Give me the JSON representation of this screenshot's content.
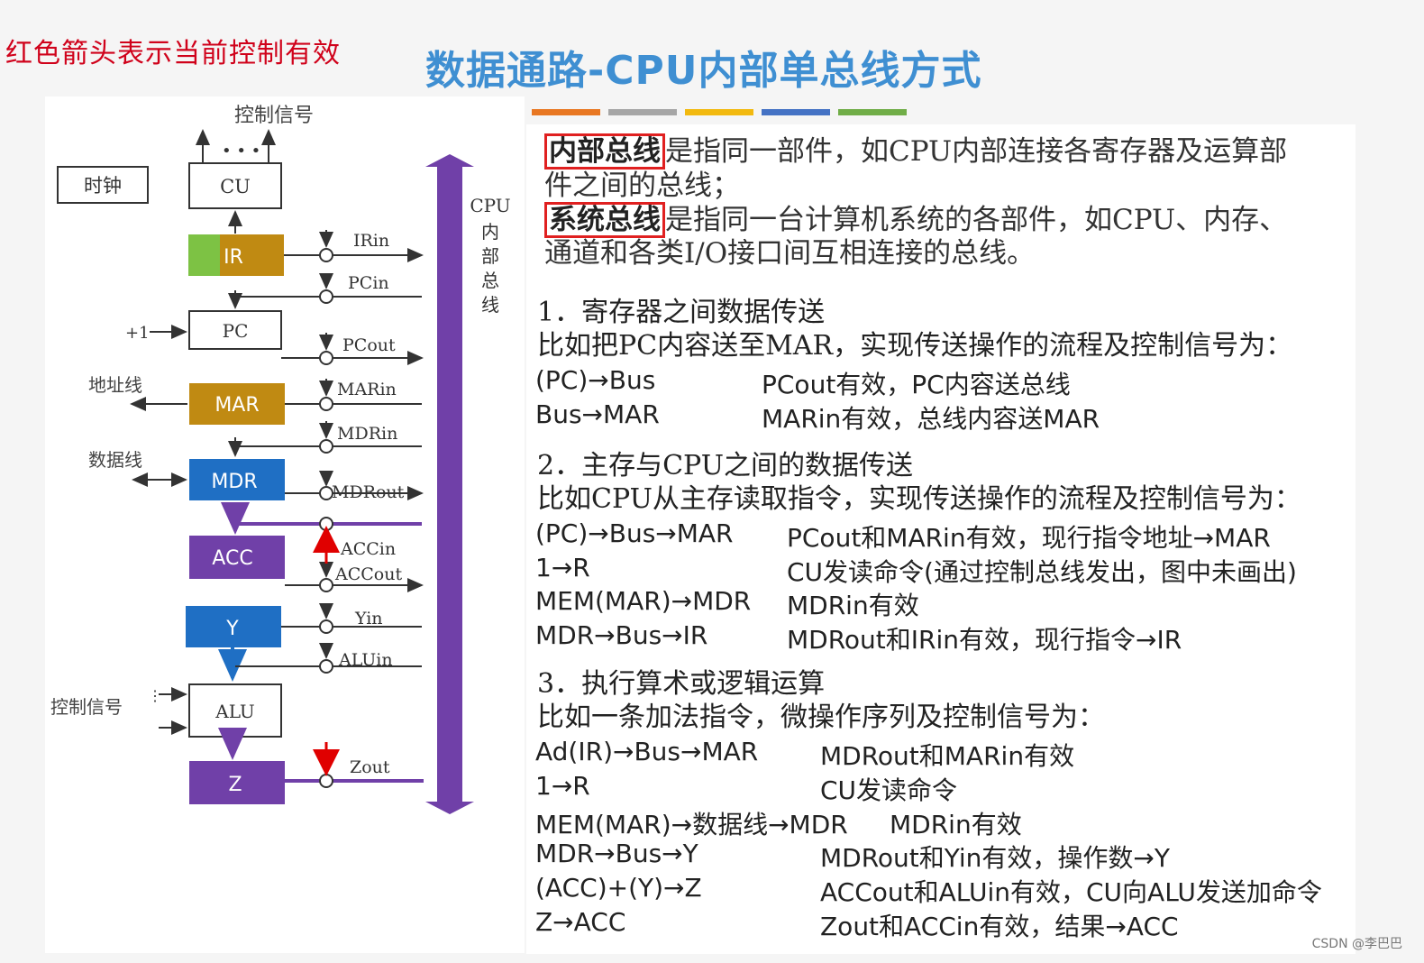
{
  "note": "红色箭头表示当前控制有效",
  "title": "数据通路-CPU内部单总线方式",
  "stripe_colors": [
    "#e87722",
    "#a6a6a6",
    "#f2b90f",
    "#4472c4",
    "#70ad47"
  ],
  "diagram": {
    "top_label": "控制信号",
    "dots": "• • •",
    "clock": "时钟",
    "cu": "CU",
    "ir": "IR",
    "pc": "PC",
    "mar": "MAR",
    "mdr": "MDR",
    "acc": "ACC",
    "y": "Y",
    "alu": "ALU",
    "z": "Z",
    "plus_one": "+1",
    "addr_line": "地址线",
    "data_line": "数据线",
    "ctrl_signal": "控制信号",
    "bus_label": [
      "CPU",
      "内",
      "部",
      "总",
      "线"
    ],
    "signals": [
      "IRin",
      "PCin",
      "PCout",
      "MARin",
      "MDRin",
      "MDRout",
      "ACCin",
      "ACCout",
      "Yin",
      "ALUin",
      "Zout"
    ]
  },
  "definitions": {
    "internal_term": "内部总线",
    "internal_rest1": "是指同一部件，如CPU内部连接各寄存器及运算部",
    "internal_rest2": "件之间的总线；",
    "system_term": "系统总线",
    "system_rest1": "是指同一台计算机系统的各部件，如CPU、内存、",
    "system_rest2": "通道和各类I/O接口间互相连接的总线。"
  },
  "section1": {
    "heading": "1．寄存器之间数据传送",
    "intro": "比如把PC内容送至MAR，实现传送操作的流程及控制信号为：",
    "rows": [
      {
        "left": "(PC)→Bus",
        "right": "PCout有效，PC内容送总线"
      },
      {
        "left": "Bus→MAR",
        "right": "MARin有效，总线内容送MAR"
      }
    ]
  },
  "section2": {
    "heading": "2．主存与CPU之间的数据传送",
    "intro": "比如CPU从主存读取指令，实现传送操作的流程及控制信号为：",
    "rows": [
      {
        "left": "(PC)→Bus→MAR",
        "right": "PCout和MARin有效，现行指令地址→MAR"
      },
      {
        "left": "1→R",
        "right": "CU发读命令(通过控制总线发出，图中未画出)"
      },
      {
        "left": "MEM(MAR)→MDR",
        "right": "MDRin有效"
      },
      {
        "left": "MDR→Bus→IR",
        "right": "MDRout和IRin有效，现行指令→IR"
      }
    ]
  },
  "section3": {
    "heading": "3．执行算术或逻辑运算",
    "intro": "比如一条加法指令，微操作序列及控制信号为：",
    "rows": [
      {
        "left": "Ad(IR)→Bus→MAR",
        "right": "MDRout和MARin有效"
      },
      {
        "left": "1→R",
        "right": "CU发读命令"
      },
      {
        "left": "MEM(MAR)→数据线→MDR",
        "right": "MDRin有效"
      },
      {
        "left": "MDR→Bus→Y",
        "right": "MDRout和Yin有效，操作数→Y"
      },
      {
        "left": "(ACC)+(Y)→Z",
        "right": "ACCout和ALUin有效，CU向ALU发送加命令"
      },
      {
        "left": "Z→ACC",
        "right": "Zout和ACCin有效，结果→ACC"
      }
    ]
  },
  "watermark": "CSDN @李巴巴"
}
